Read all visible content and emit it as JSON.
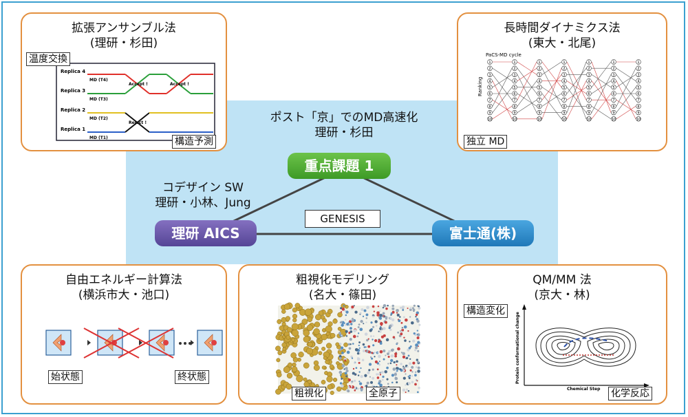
{
  "center": {
    "line1": "ポスト「京」でのMD高速化",
    "line2": "理研・杉田",
    "priority_badge": "重点課題 1",
    "codesign_line1": "コデザイン SW",
    "codesign_line2": "理研・小林、Jung",
    "riken_badge": "理研 AICS",
    "fujitsu_badge": "富士通(株)",
    "genesis": "GENESIS",
    "colors": {
      "priority_green": "#4fae32",
      "riken_purple": "#6b58a8",
      "fujitsu_blue": "#2f8fd0",
      "panel_border": "#e3903f",
      "center_bg": "#bfe3f5"
    }
  },
  "panels": {
    "extended": {
      "title1": "拡張アンサンブル法",
      "title2": "(理研・杉田)",
      "tag_left": "温度交換",
      "tag_right": "構造予測",
      "replicas": [
        "Replica 4",
        "Replica 3",
        "Replica 2",
        "Replica 1"
      ],
      "md_labels": [
        "MD (T4)",
        "MD (T3)",
        "MD (T2)",
        "MD (T1)"
      ],
      "accept1": "Accept !",
      "accept2": "Accept !",
      "reject": "Reject !"
    },
    "long": {
      "title1": "長時間ダイナミクス法",
      "title2": "(東大・北尾)",
      "axis_top": "PaCS-MD cycle",
      "axis_left": "Ranking",
      "tag": "独立 MD",
      "numbers": [
        "1",
        "2",
        "3",
        "4",
        "5",
        "6",
        "7",
        "8",
        "9",
        "10"
      ]
    },
    "free_energy": {
      "title1": "自由エネルギー計算法",
      "title2": "(横浜市大・池口)",
      "tag_start": "始状態",
      "tag_end": "終状態"
    },
    "coarse": {
      "title1": "粗視化モデリング",
      "title2": "(名大・篠田)",
      "tag_cg": "粗視化",
      "tag_aa": "全原子"
    },
    "qmmm": {
      "title1": "QM/MM 法",
      "title2": "(京大・林)",
      "tag_top": "構造変化",
      "tag_bottom": "化学反応",
      "ylabel": "Protein conformational change",
      "xlabel": "Chemical Step"
    }
  }
}
